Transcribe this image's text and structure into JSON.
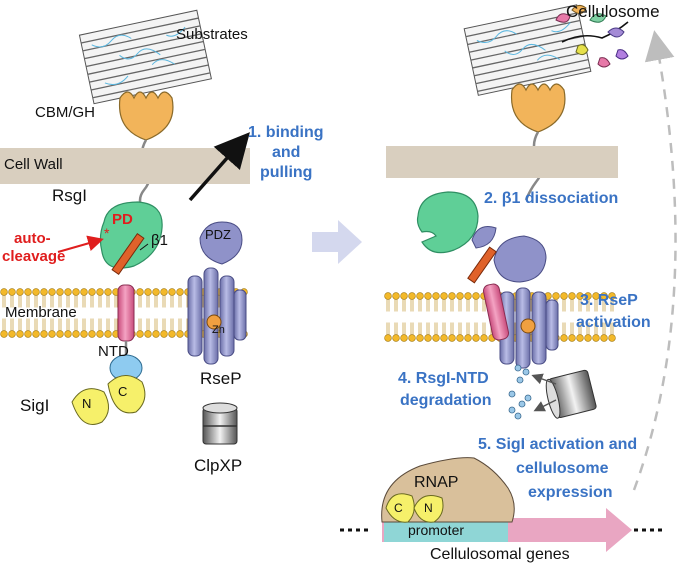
{
  "labels": {
    "substrates": "Substrates",
    "cbm_gh": "CBM/GH",
    "cell_wall": "Cell Wall",
    "rsgi": "RsgI",
    "pd": "PD",
    "auto_cleavage_1": "auto-",
    "auto_cleavage_2": "cleavage",
    "beta1": "β1",
    "membrane": "Membrane",
    "ntd": "NTD",
    "sigi": "SigI",
    "n": "N",
    "c": "C",
    "pdz": "PDZ",
    "zn": "Zn",
    "rsep": "RseP",
    "clpxp": "ClpXP",
    "cellulosome": "Cellulosome",
    "rnap": "RNAP",
    "promoter": "promoter",
    "cellulosomal_genes": "Cellulosomal genes"
  },
  "steps": {
    "step1_line1": "1. binding",
    "step1_line2": "and",
    "step1_line3": "pulling",
    "step2": "2. β1 dissociation",
    "step3_line1": "3. RseP",
    "step3_line2": "activation",
    "step4_line1": "4. RsgI-NTD",
    "step4_line2": "degradation",
    "step5_line1": "5. SigI activation and",
    "step5_line2": "cellulosome",
    "step5_line3": "expression"
  },
  "colors": {
    "step_text": "#3a73c4",
    "highlight_red": "#e01e1e",
    "cell_wall": "#d9cfbf",
    "membrane_head": "#f3b92a",
    "rsgi_domain": "#5fcf97",
    "tm_helix": "#e0608f",
    "rsep": "#8f92c9",
    "sigi": "#f6f06a",
    "ntd": "#8ecbf0",
    "cbm": "#f2b45a",
    "rnap": "#d9c09b",
    "promoter": "#8fd6d6",
    "gene_arrow": "#e9a6c2"
  }
}
